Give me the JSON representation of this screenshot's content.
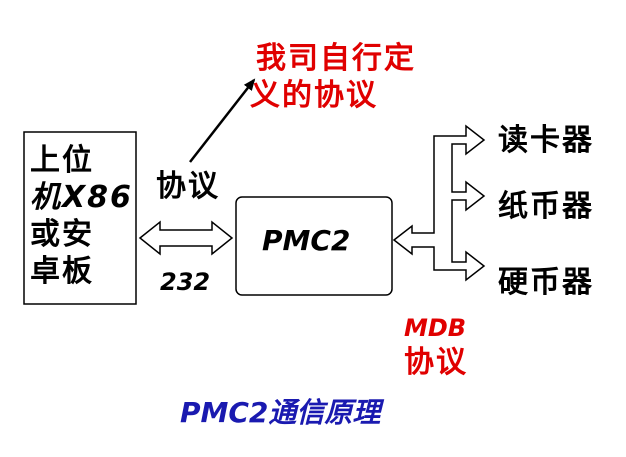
{
  "custom_protocol": {
    "line1": "我司自行定",
    "line2": "义的协议"
  },
  "host_box": {
    "line1": "上位",
    "line2": "机X86",
    "line3": "或安",
    "line4": "卓板"
  },
  "host_link": {
    "protocol_label": "协议",
    "interface_label": "232"
  },
  "controller": {
    "label": "PMC2"
  },
  "mdb_link": {
    "line1": "MDB",
    "line2": "协议"
  },
  "devices": [
    {
      "label": "读卡器"
    },
    {
      "label": "纸币器"
    },
    {
      "label": "硬币器"
    }
  ],
  "caption": {
    "text": "PMC2通信原理"
  },
  "colors": {
    "text": "#000000",
    "accent_red": "#e00000",
    "caption_blue": "#1a1ab0"
  }
}
